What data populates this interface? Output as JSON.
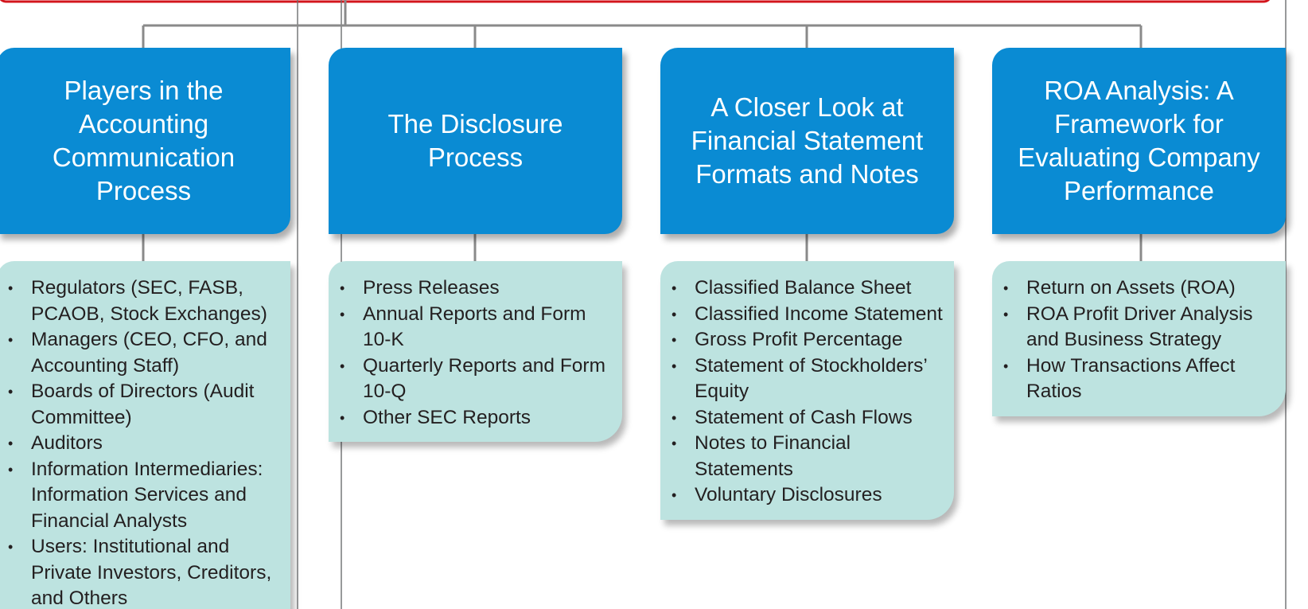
{
  "columns": [
    {
      "title": "Players in the Accounting Communication Process",
      "items": [
        "Regulators (SEC, FASB, PCAOB, Stock Exchanges)",
        "Managers (CEO, CFO, and Accounting Staff)",
        "Boards of Directors (Audit Committee)",
        "Auditors",
        "Information Intermediaries: Information Services and Financial Analysts",
        "Users: Institutional and Private Investors, Creditors, and Others"
      ]
    },
    {
      "title": "The Disclosure Process",
      "items": [
        "Press Releases",
        "Annual Reports and Form 10-K",
        "Quarterly Reports and Form 10-Q",
        "Other SEC Reports"
      ]
    },
    {
      "title": "A Closer Look at Financial Statement Formats and Notes",
      "items": [
        "Classified Balance Sheet",
        "Classified Income Statement",
        "Gross Profit Percentage",
        "Statement of Stockholders’ Equity",
        "Statement of Cash Flows",
        "Notes to Financial Statements",
        "Voluntary Disclosures"
      ]
    },
    {
      "title": "ROA Analysis: A Framework for Evaluating Company Performance",
      "items": [
        "Return on Assets (ROA)",
        "ROA Profit Driver Analysis and Business Strategy",
        "How Transactions Affect Ratios"
      ]
    }
  ],
  "colors": {
    "header_fill": "#0a8bd3",
    "items_fill": "#bde3e0",
    "top_bar": "#d3151c",
    "connector": "#8a8a8a",
    "divider": "#6d6e70"
  }
}
